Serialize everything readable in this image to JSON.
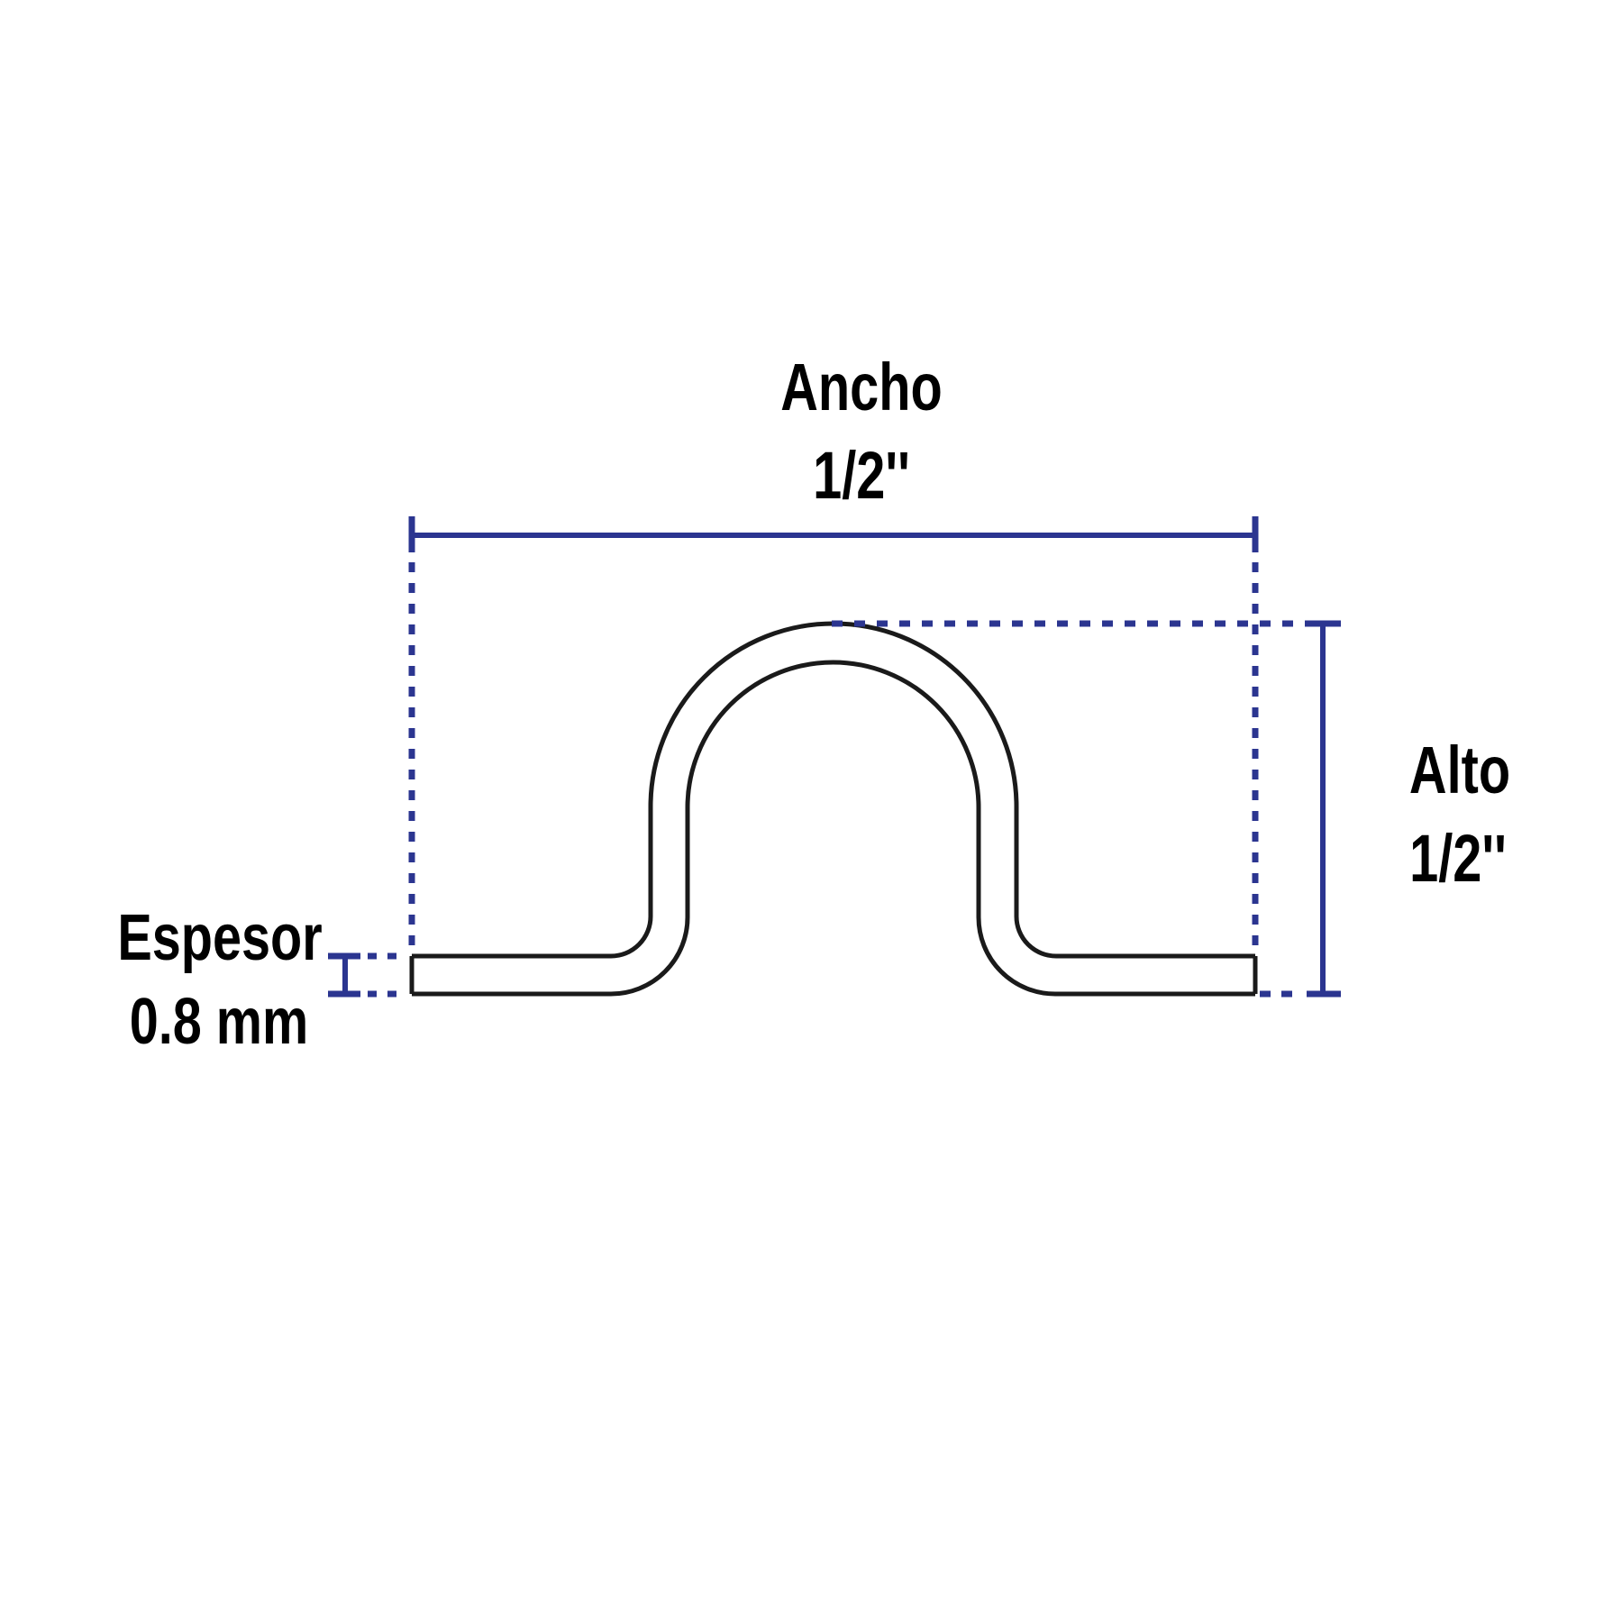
{
  "diagram": {
    "subject": "U-shaped metal strap (abrazadera) cross-section profile",
    "colors": {
      "dimension": "#2b3590",
      "outline": "#1a1a1a",
      "text": "#000000",
      "background": "#ffffff"
    },
    "dimensions": {
      "width": {
        "label": "Ancho",
        "value": "1/2''"
      },
      "height": {
        "label": "Alto",
        "value": "1/2''"
      },
      "thickness": {
        "label": "Espesor",
        "value": "0.8 mm"
      }
    }
  }
}
